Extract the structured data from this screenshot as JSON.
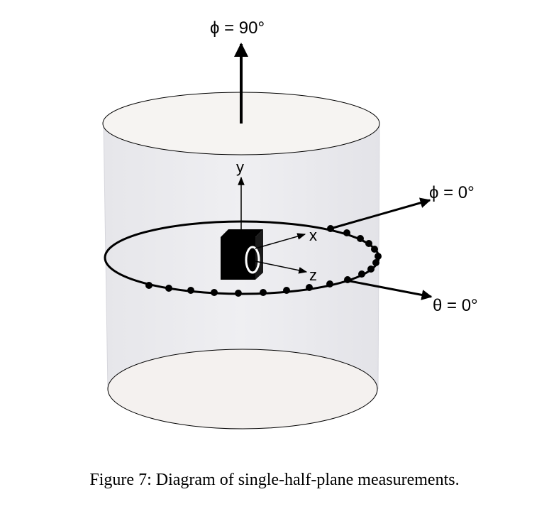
{
  "diagram": {
    "labels": {
      "phi_90": "ϕ = 90°",
      "phi_0": "ϕ = 0°",
      "theta_0": "θ = 0°",
      "axis_x": "x",
      "axis_y": "y",
      "axis_z": "z"
    },
    "caption": "Figure 7: Diagram of single-half-plane measurements.",
    "colors": {
      "cylinder_fill": "#ececf0",
      "cap_fill": "#f5f3f1",
      "outline": "#000000"
    }
  }
}
